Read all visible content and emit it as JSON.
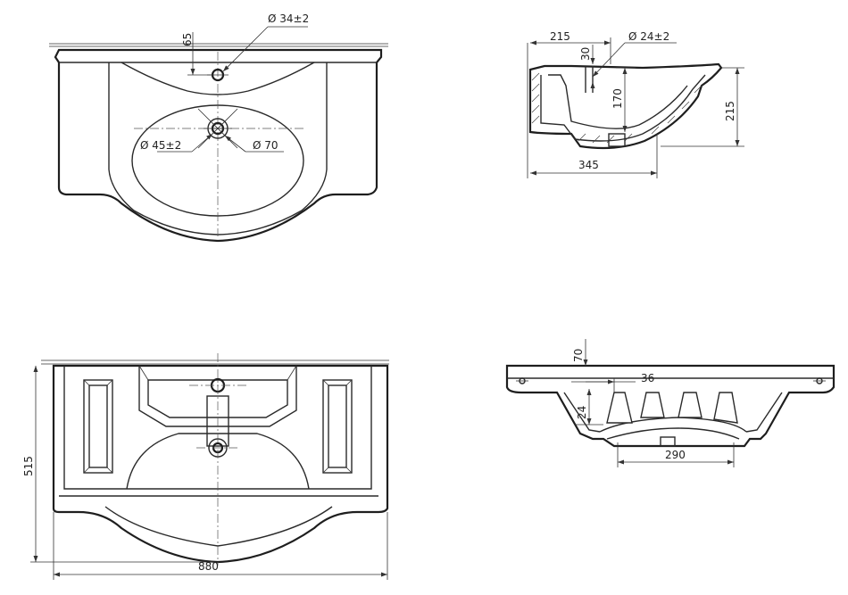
{
  "top_view": {
    "tap_hole_diameter": "Ø 34±2",
    "tap_hole_offset": "65",
    "waste_diameter": "Ø 45±2",
    "waste_outer_diameter": "Ø 70"
  },
  "side_view": {
    "depth_to_tap": "215",
    "tap_hole_diameter": "Ø 24±2",
    "rim_thickness": "30",
    "bowl_depth": "170",
    "total_height": "215",
    "total_depth": "345"
  },
  "bottom_view": {
    "height": "515",
    "width": "880"
  },
  "front_view": {
    "rim_height": "70",
    "fixing_offset": "36",
    "fixing_height": "24",
    "bowl_width": "290"
  }
}
